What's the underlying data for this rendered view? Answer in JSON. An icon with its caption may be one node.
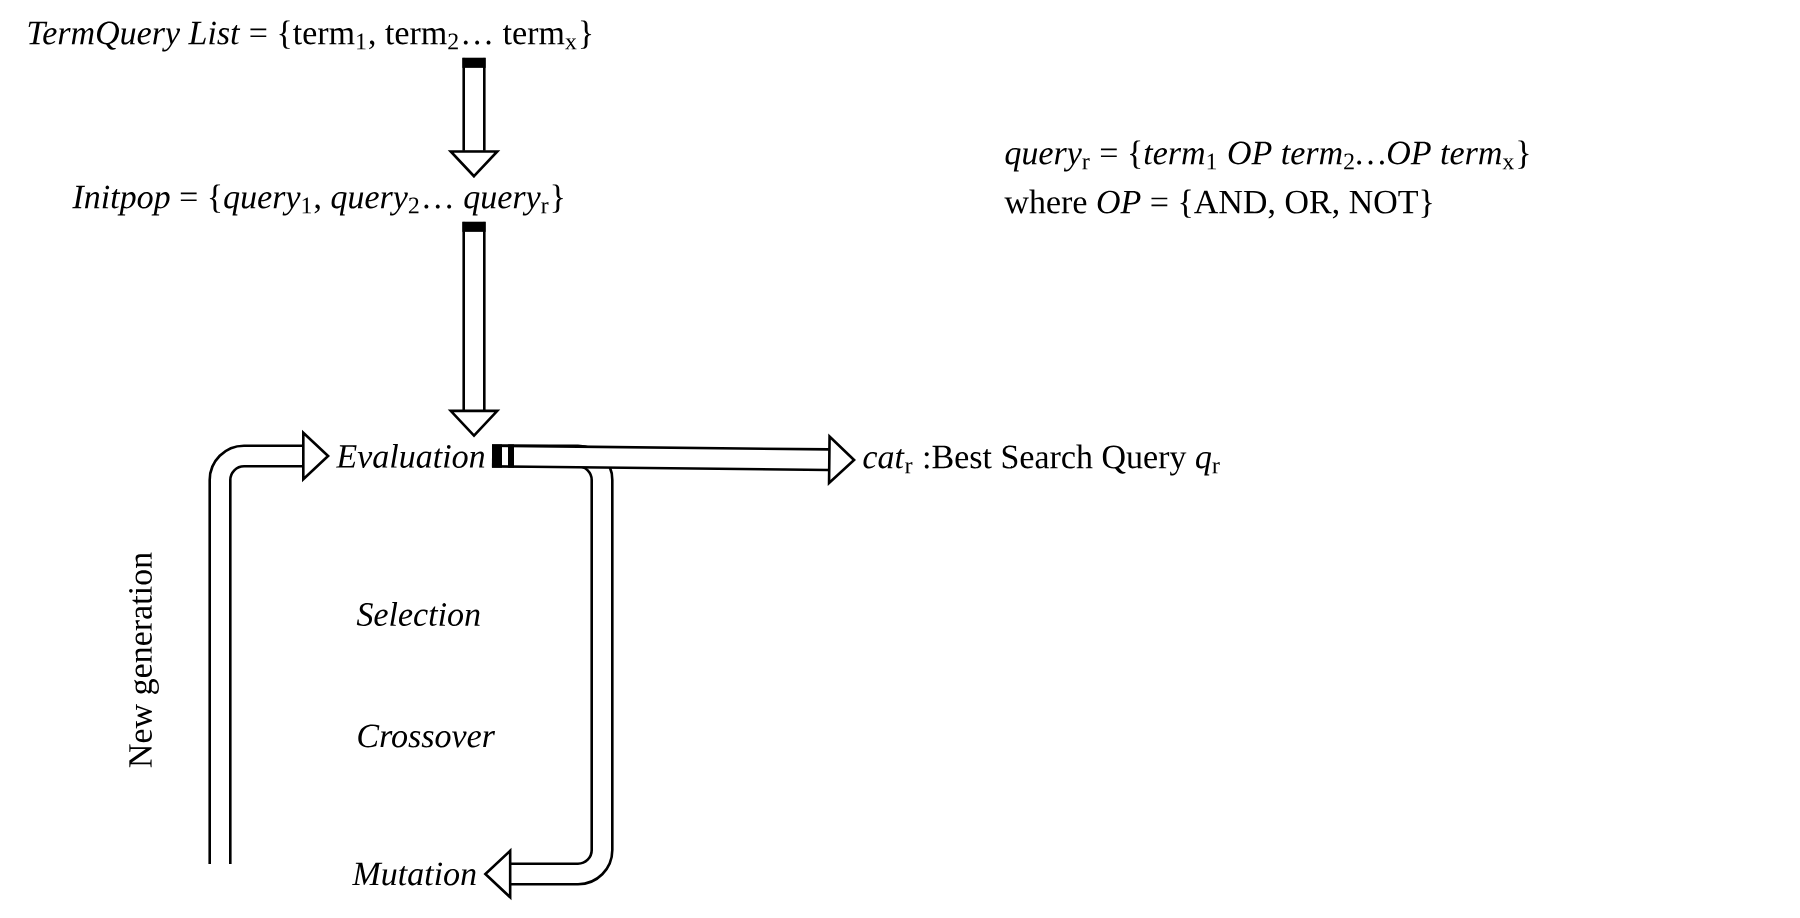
{
  "diagram": {
    "nodes": [
      {
        "text": [
          "*TermQuery List* = {term$_{1}$, term$_{2}$… term$_{x}$}"
        ]
      },
      {
        "text": [
          "*Initpop* = {*query*$_{1}$, *query*$_{2}$… *query*$_{r}$}"
        ]
      },
      {
        "text": [
          "Evaluation"
        ]
      },
      {
        "text": [
          "Selection"
        ]
      },
      {
        "text": [
          "Crossover"
        ]
      },
      {
        "text": [
          "Mutation"
        ]
      },
      {
        "text": [
          "*cat*$_{r}$ :Best Search Query *q*$_{r}$"
        ]
      }
    ],
    "edges": [
      {
        "from": 0,
        "to": 1,
        "arrow": "to"
      },
      {
        "from": 1,
        "to": 2,
        "arrow": "to"
      },
      {
        "from": 2,
        "to": 6,
        "arrow": "to"
      },
      {
        "from": 2,
        "to": 5,
        "arrow": "to"
      },
      {
        "from": null,
        "to": 2,
        "arrow": "to",
        "label": "New generation"
      }
    ],
    "labels": [
      "*query*$_{r}$ = {*term*$_{1}$ *OP term*$_{2}$*…OP term*$_{x}$}",
      "where *OP* = {AND, OR, NOT}"
    ]
  }
}
